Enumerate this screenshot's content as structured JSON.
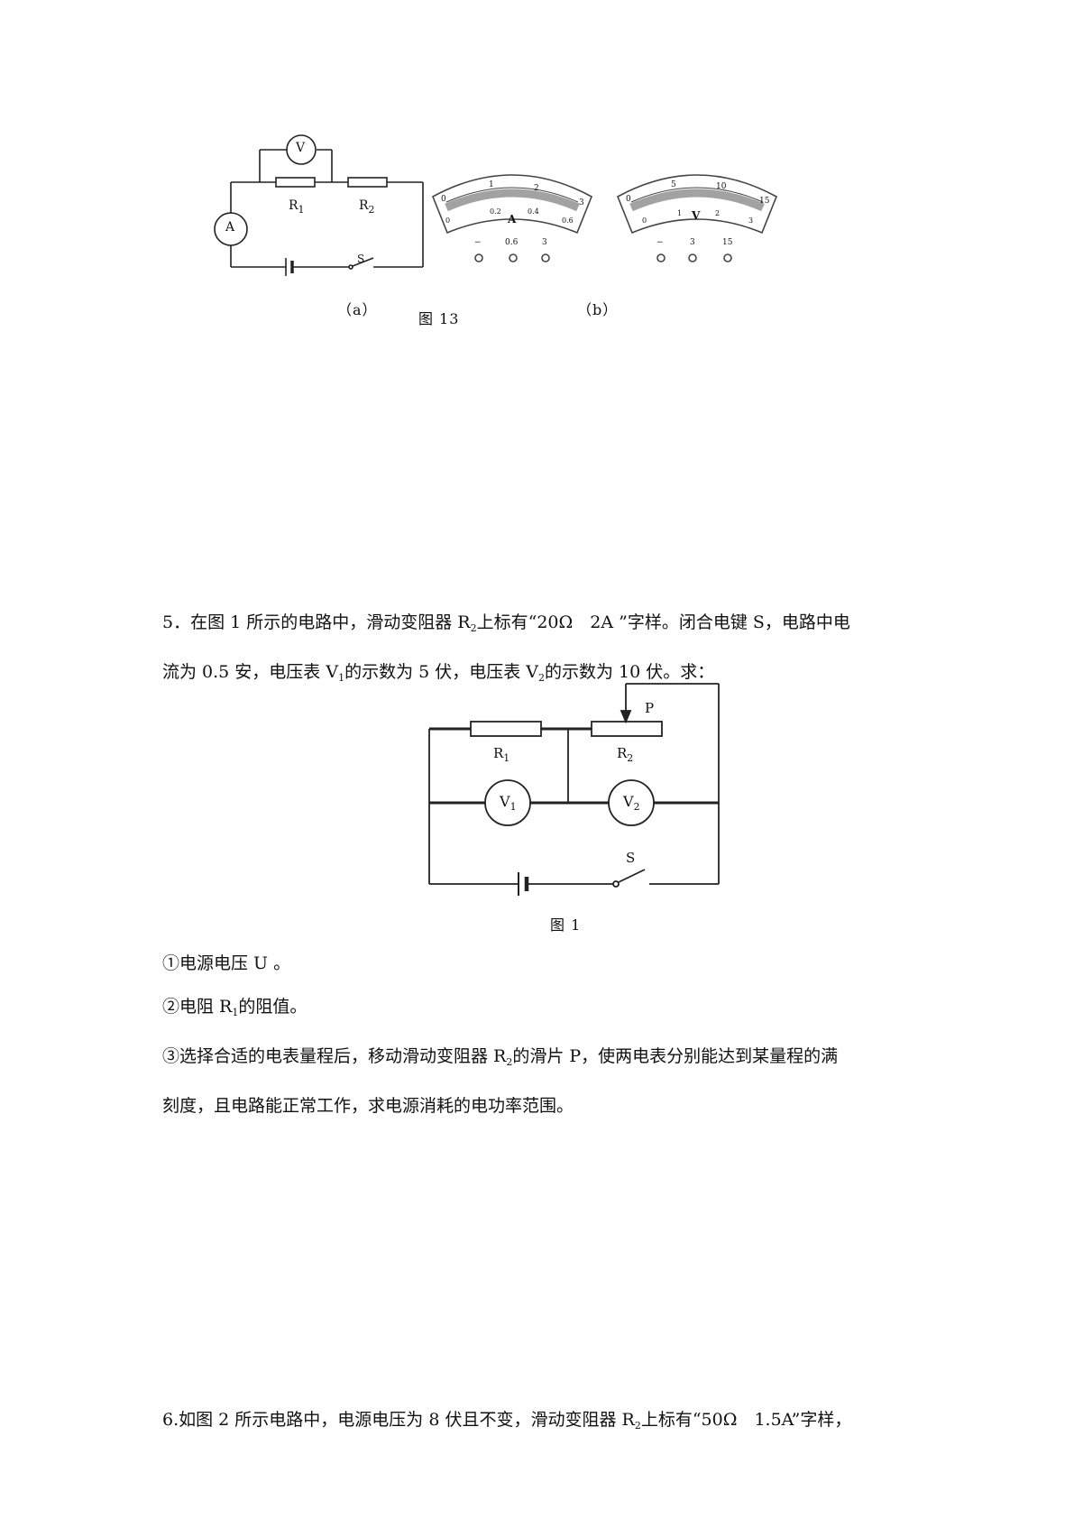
{
  "fig13": {
    "caption": "图 13",
    "sub_a": "（a）",
    "sub_b": "（b）",
    "labels": {
      "voltmeter": "V",
      "ammeter": "A",
      "r1": "R",
      "r1_sub": "1",
      "r2": "R",
      "r2_sub": "2",
      "switch": "S"
    },
    "ammeter_dial": {
      "unit": "A",
      "top_scale": [
        "0",
        "1",
        "2",
        "3"
      ],
      "bottom_scale": [
        "0",
        "0.2",
        "0.4",
        "0.6"
      ],
      "terminals": [
        "−",
        "0.6",
        "3"
      ]
    },
    "voltmeter_dial": {
      "unit": "V",
      "top_scale": [
        "0",
        "5",
        "10",
        "15"
      ],
      "bottom_scale": [
        "0",
        "1",
        "2",
        "3"
      ],
      "terminals": [
        "−",
        "3",
        "15"
      ]
    }
  },
  "q5": {
    "line1_a": "5．在图 1 所示的电路中，滑动变阻器 R",
    "line1_sub": "2",
    "line1_b": "上标有“20Ω　2A ”字样。闭合电键 S，电路中电",
    "line2_a": "流为 0.5 安，电压表 V",
    "line2_sub1": "1",
    "line2_b": "的示数为 5 伏，电压表 V",
    "line2_sub2": "2",
    "line2_c": "的示数为 10 伏。求：",
    "items": {
      "i1": "①电源电压 U 。",
      "i2_a": "②电阻 R",
      "i2_sub": "1",
      "i2_b": "的阻值。",
      "i3_a": "③选择合适的电表量程后，移动滑动变阻器 R",
      "i3_sub": "2",
      "i3_b": "的滑片 P，使两电表分别能达到某量程的满",
      "i3_c": "刻度，且电路能正常工作，求电源消耗的电功率范围。"
    }
  },
  "fig1": {
    "caption": "图 1",
    "labels": {
      "p": "P",
      "r1": "R",
      "r1_sub": "1",
      "r2": "R",
      "r2_sub": "2",
      "v1": "V",
      "v1_sub": "1",
      "v2": "V",
      "v2_sub": "2",
      "switch": "S"
    }
  },
  "q6": {
    "line1_a": "6.如图 2 所示电路中，电源电压为 8 伏且不变，滑动变阻器 R",
    "line1_sub": "2",
    "line1_b": "上标有“50Ω　1.5A”字样，"
  }
}
